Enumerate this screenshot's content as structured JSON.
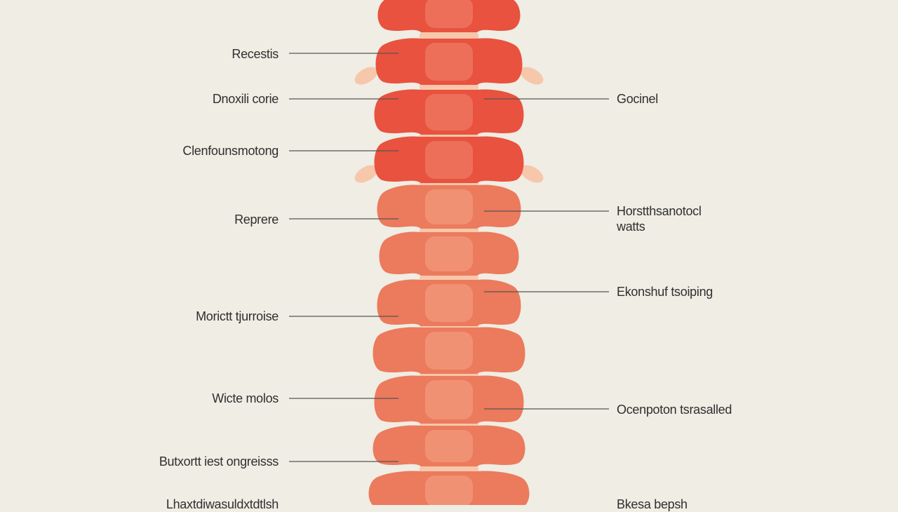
{
  "colors": {
    "background": "#efede4",
    "vertebra_upper": "#e8523f",
    "vertebra_upper_light": "#ef7a63",
    "vertebra_lower": "#ec7a5c",
    "vertebra_lower_light": "#f39a7c",
    "disc": "#f7c7ab",
    "leader_line": "#555555",
    "text": "#2f2f2f"
  },
  "labels_left": [
    "Recestis",
    "Dnoxili corie",
    "Clenfounsmotong",
    "Reprere",
    "Morictt tjurroise",
    "Wicte molos",
    "Butxortt iest ongreisss",
    "Lhaxtdiwasuldxtdtlsh"
  ],
  "labels_right": [
    "Gocinel",
    "Horstthsanotocl\nwatts",
    "Ekonshuf tsoiping",
    "Ocenpoton tsrasalled",
    "Bkesa bepsh"
  ]
}
